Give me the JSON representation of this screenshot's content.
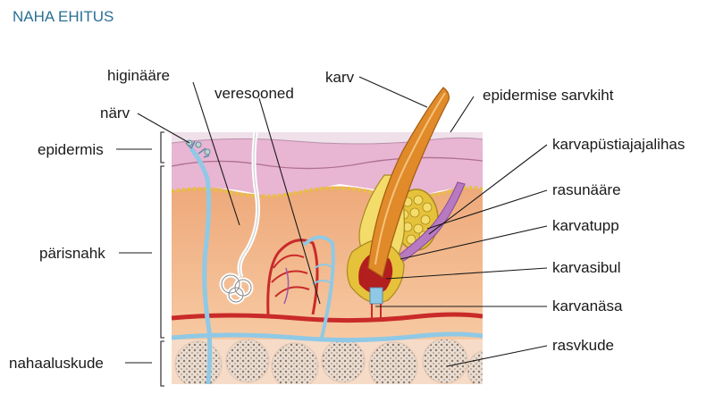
{
  "title": "NAHA EHITUS",
  "labels": {
    "epidermis": "epidermis",
    "parisnahk": "pärisnahk",
    "nahaaluskude": "nahaaluskude",
    "higinaare": "higinääre",
    "narv": "närv",
    "veresooned": "veresooned",
    "karv": "karv",
    "sarvkiht": "epidermise sarvkiht",
    "lihas": "karvapüstiajajalihas",
    "rasunaare": "rasunääre",
    "karvatupp": "karvatupp",
    "karvasibul": "karvasibul",
    "karvanasa": "karvanäsa",
    "rasvkude": "rasvkude"
  },
  "colors": {
    "title": "#2b6f96",
    "horny_layer": "#efe0ea",
    "epidermis": "#e8b5d3",
    "dermis": "#f0b88a",
    "subcutis": "#f6dcc8",
    "blood": "#c92a2a",
    "vein": "#8fc9e6",
    "hair": "#e08a2a",
    "gland": "#e6c23a"
  }
}
